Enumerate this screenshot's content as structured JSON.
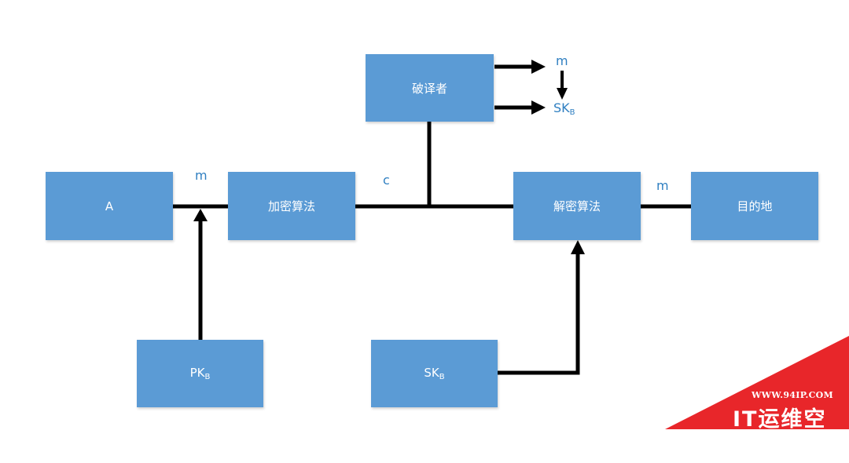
{
  "diagram": {
    "box_color": "#5b9bd5",
    "line_color": "#000000",
    "label_color": "#2f7fc1",
    "nodes": {
      "a": {
        "label": "A"
      },
      "encrypt": {
        "label": "加密算法"
      },
      "cracker": {
        "label": "破译者"
      },
      "decrypt": {
        "label": "解密算法"
      },
      "destination": {
        "label": "目的地"
      },
      "pkb": {
        "main": "PK",
        "sub": "B"
      },
      "skb": {
        "main": "SK",
        "sub": "B"
      }
    },
    "edge_labels": {
      "a_to_encrypt": "m",
      "encrypt_to_decrypt": "c",
      "decrypt_to_destination": "m",
      "cracker_out_m": "m",
      "cracker_out_skb_main": "SK",
      "cracker_out_skb_sub": "B"
    }
  },
  "watermark": {
    "url": "WWW.94IP.COM",
    "brand": "IT运维空间",
    "color": "#e8262a"
  }
}
